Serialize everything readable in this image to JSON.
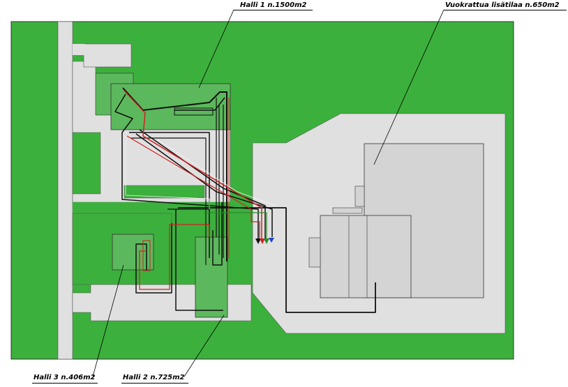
{
  "labels": {
    "halli1": "Halli 1   n.1500m2",
    "vuokrattu": "Vuokrattua lisätilaa  n.650m2",
    "halli3": "Halli 3  n.406m2",
    "halli2": "Halli 2  n.725m2"
  },
  "colors": {
    "grass": "#3cb03c",
    "paved": "#e0e0e0",
    "hall": "#5cb85c",
    "building": "#d4d4d4",
    "cable_red": "#d02020",
    "cable_black": "#101010"
  }
}
